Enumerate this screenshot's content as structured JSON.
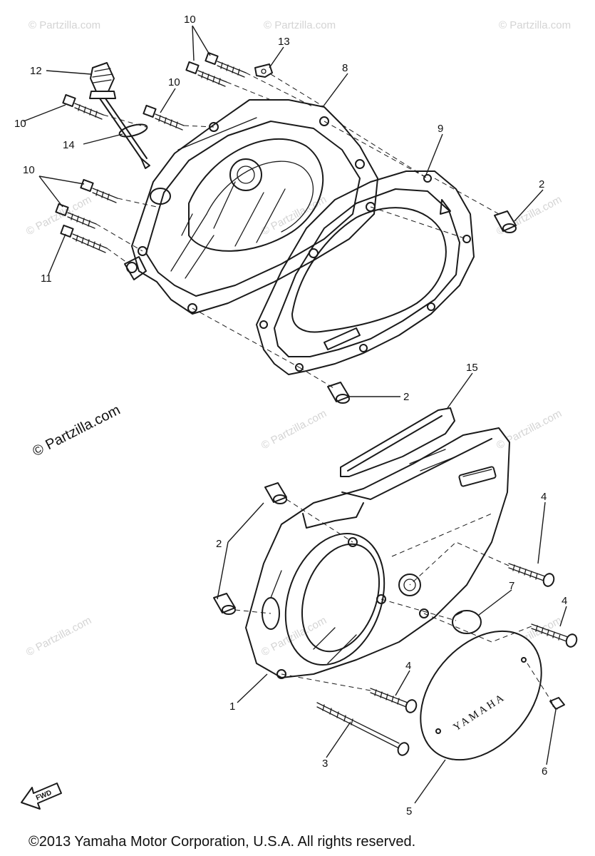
{
  "watermark": "© Partzilla.com",
  "side_credit": "© Partzilla.com",
  "footer": "©2013 Yamaha Motor Corporation, U.S.A. All rights reserved.",
  "cover_brand": "YAMAHA",
  "direction_label": "FWD",
  "callouts": {
    "c1": "1",
    "c2a": "2",
    "c2b": "2",
    "c2c": "2",
    "c3": "3",
    "c4a": "4",
    "c4b": "4",
    "c4c": "4",
    "c5": "5",
    "c6": "6",
    "c7": "7",
    "c8": "8",
    "c9": "9",
    "c10a": "10",
    "c10b": "10",
    "c10c": "10",
    "c10d": "10",
    "c11": "11",
    "c12": "12",
    "c13": "13",
    "c14": "14",
    "c15": "15"
  }
}
